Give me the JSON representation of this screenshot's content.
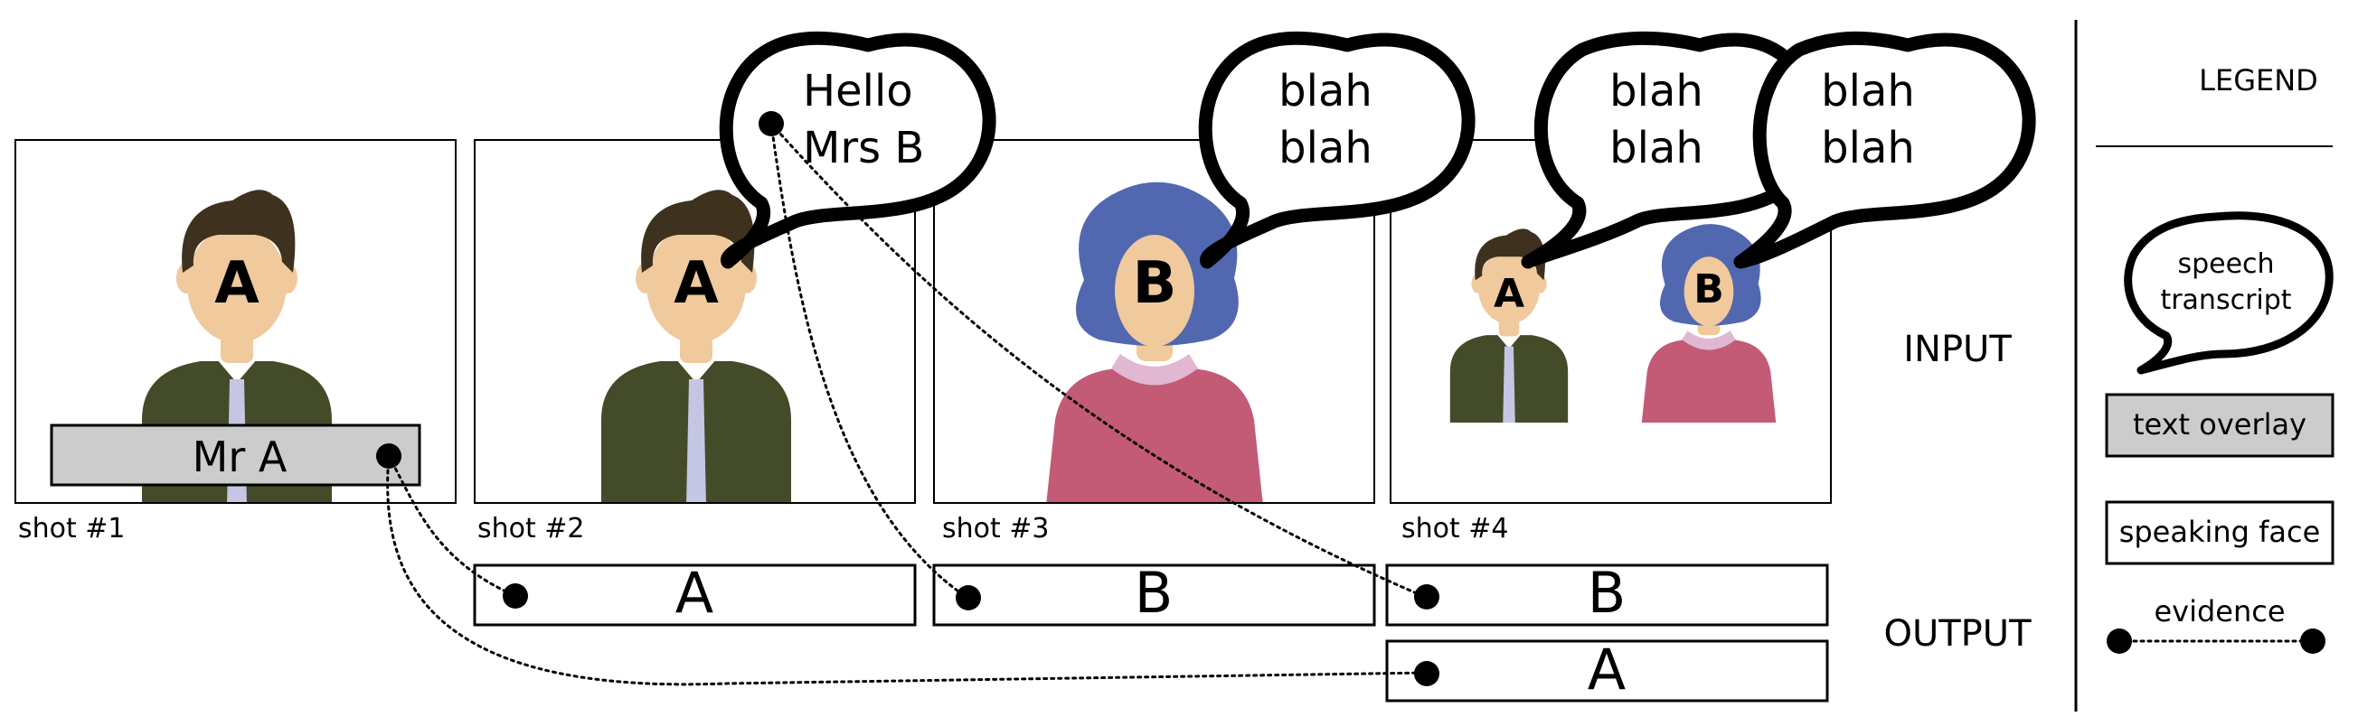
{
  "shots": [
    {
      "id": "shot1",
      "label": "shot #1",
      "faces": [
        "A"
      ],
      "overlay": "Mr A"
    },
    {
      "id": "shot2",
      "label": "shot #2",
      "faces": [
        "A"
      ],
      "speech": [
        "Hello",
        "Mrs B"
      ]
    },
    {
      "id": "shot3",
      "label": "shot #3",
      "faces": [
        "B"
      ],
      "speech": [
        "blah",
        "blah"
      ]
    },
    {
      "id": "shot4",
      "label": "shot #4",
      "faces": [
        "A",
        "B"
      ],
      "speech": [
        [
          "blah",
          "blah"
        ],
        [
          "blah",
          "blah"
        ]
      ]
    }
  ],
  "output": {
    "row1": [
      "A",
      "B",
      "B"
    ],
    "row2": [
      "A"
    ]
  },
  "row_labels": {
    "input": "INPUT",
    "output": "OUTPUT"
  },
  "legend": {
    "title": "LEGEND",
    "speech": [
      "speech",
      "transcript"
    ],
    "overlay": "text overlay",
    "face": "speaking face",
    "evidence": "evidence"
  },
  "colors": {
    "man_suit": "#444b28",
    "man_hair": "#3e321e",
    "man_tie": "#c5c6e4",
    "skin": "#f0c99c",
    "woman_hair": "#5168b0",
    "woman_top": "#c35a76",
    "woman_collar": "#e1b7d2",
    "overlay_fill": "#cccccc"
  }
}
